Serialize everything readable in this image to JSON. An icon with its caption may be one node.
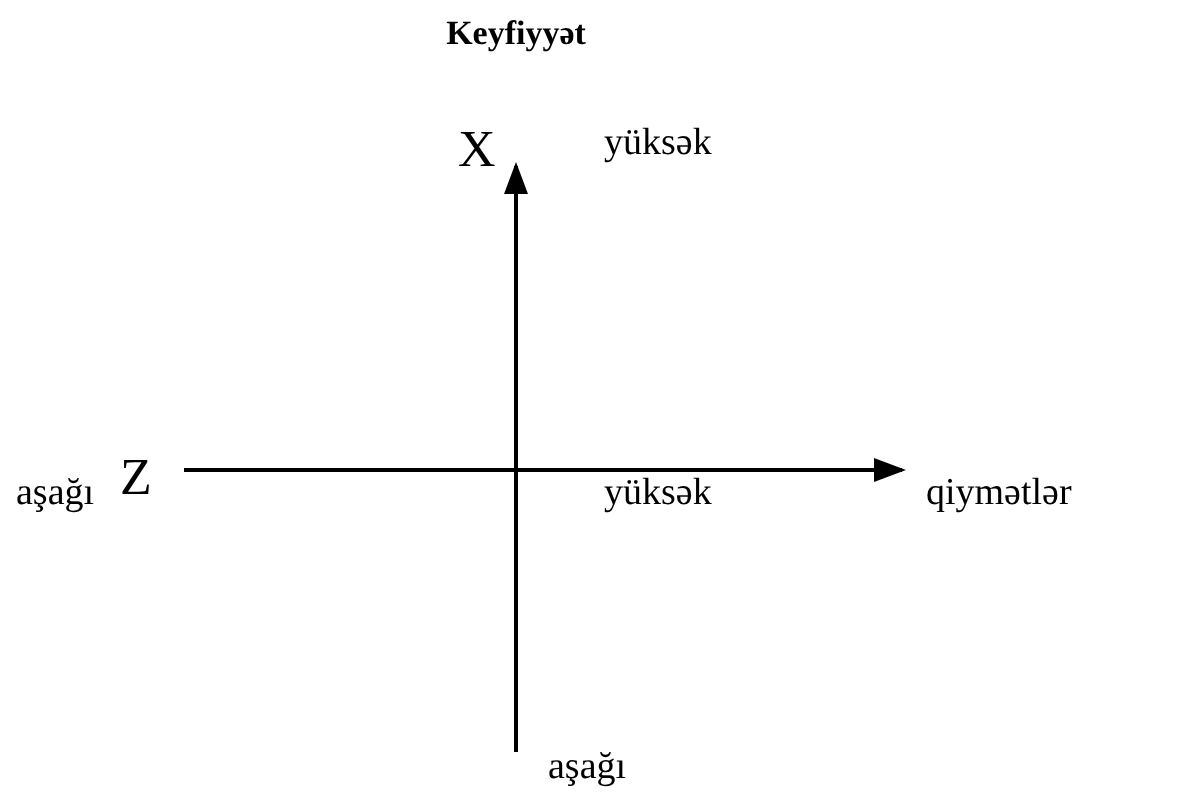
{
  "diagram": {
    "title": "Keyfiyyət",
    "labels": [
      "X",
      "yüksək",
      "Z",
      "aşağı",
      "yüksək",
      "qiymətlər",
      "aşağı"
    ]
  }
}
